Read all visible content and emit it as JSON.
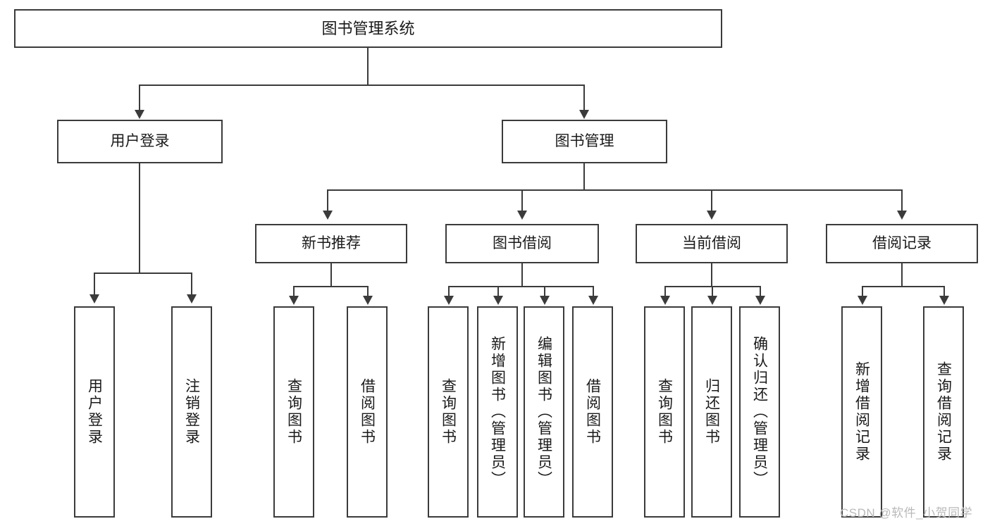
{
  "diagram": {
    "type": "tree",
    "title": "图书管理系统",
    "watermark": "CSDN @软件_小贺同学",
    "root": {
      "label": "图书管理系统"
    },
    "level2": [
      {
        "label": "用户登录"
      },
      {
        "label": "图书管理"
      }
    ],
    "level3": [
      {
        "label": "新书推荐"
      },
      {
        "label": "图书借阅"
      },
      {
        "label": "当前借阅"
      },
      {
        "label": "借阅记录"
      }
    ],
    "leaves": {
      "user_login": [
        {
          "label": "用户登录"
        },
        {
          "label": "注销登录"
        }
      ],
      "new_book": [
        {
          "label": "查询图书"
        },
        {
          "label": "借阅图书"
        }
      ],
      "book_borrow": [
        {
          "label": "查询图书"
        },
        {
          "label": "新增图书（管理员）"
        },
        {
          "label": "编辑图书（管理员）"
        },
        {
          "label": "借阅图书"
        }
      ],
      "current_borrow": [
        {
          "label": "查询图书"
        },
        {
          "label": "归还图书"
        },
        {
          "label": "确认归还（管理员）"
        }
      ],
      "borrow_record": [
        {
          "label": "新增借阅记录"
        },
        {
          "label": "查询借阅记录"
        }
      ]
    },
    "colors": {
      "stroke": "#3b3b3b",
      "fill": "#ffffff",
      "text": "#1a1a1a",
      "watermark": "#b9b9b9"
    }
  }
}
